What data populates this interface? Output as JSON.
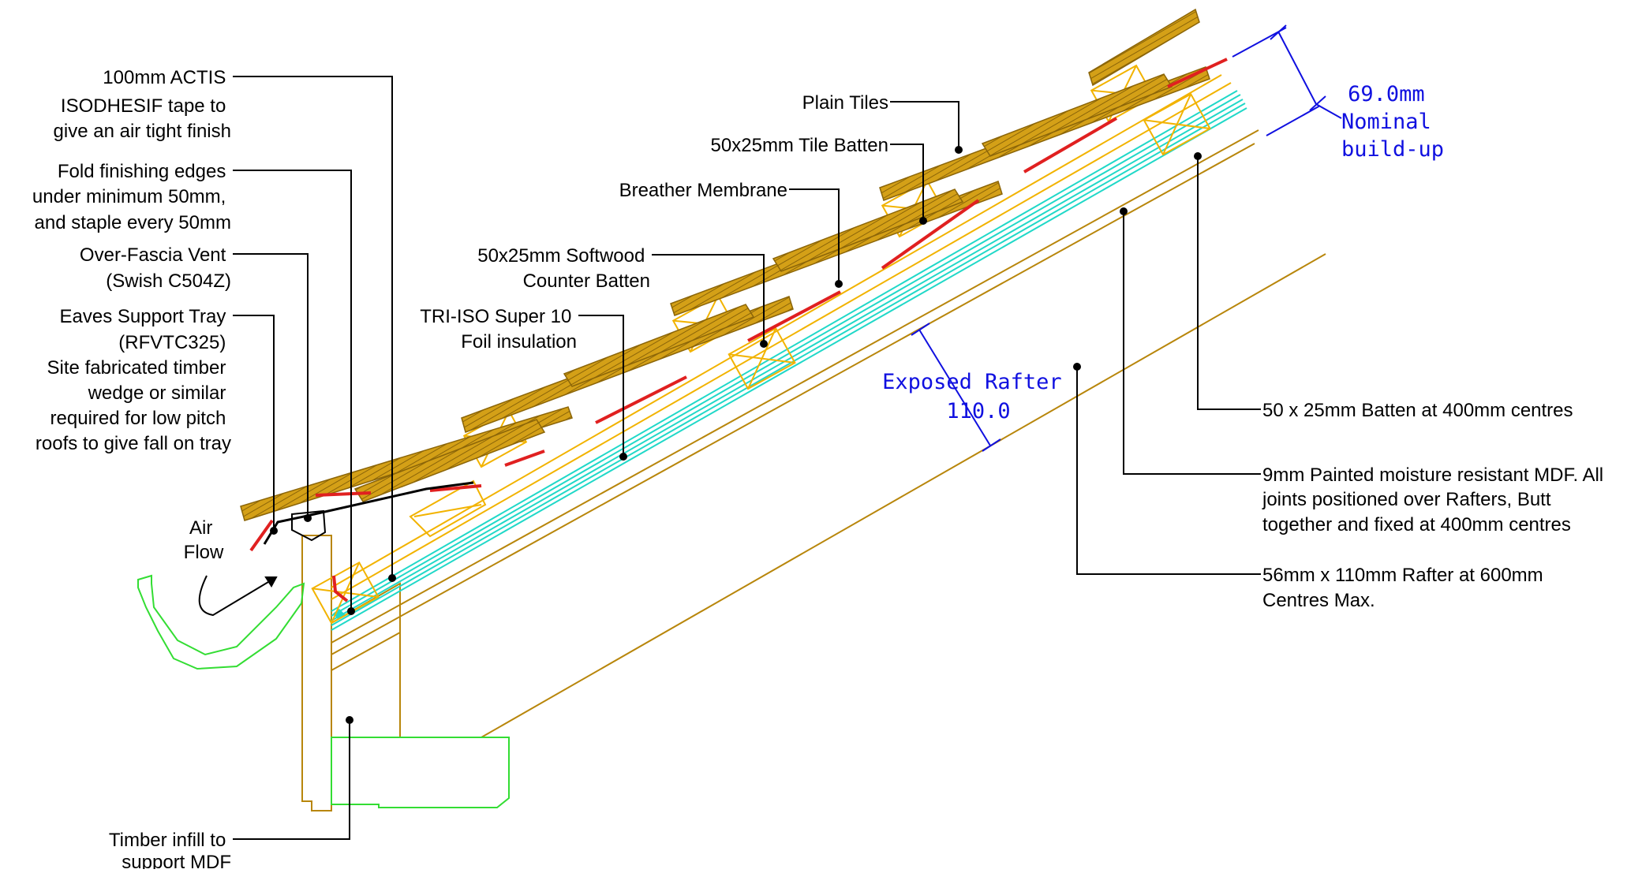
{
  "colors": {
    "wood": "#B8860B",
    "tile_fill": "#D4A017",
    "red_strip": "#E02020",
    "insulation": "#20D8C8",
    "batten": "#F2B300",
    "gutter": "#33DD33",
    "dimension": "#1010E0",
    "leader": "#000000"
  },
  "labels": {
    "actis": [
      "100mm ACTIS",
      "ISODHESIF tape to",
      "give an air tight finish"
    ],
    "fold": [
      "Fold finishing edges",
      "under minimum 50mm,",
      "and staple every 50mm"
    ],
    "vent": [
      "Over-Fascia Vent",
      "(Swish C504Z)"
    ],
    "tray": [
      "Eaves Support Tray",
      "(RFVTC325)",
      "Site fabricated timber",
      "wedge or similar",
      "required for low pitch",
      "roofs to give fall on tray"
    ],
    "airflow": [
      "Air",
      "Flow"
    ],
    "timber_infill": [
      "Timber infill to",
      "support MDF"
    ],
    "plain_tiles": "Plain Tiles",
    "tile_batten": "50x25mm Tile Batten",
    "breather": "Breather Membrane",
    "counter_batten": [
      "50x25mm Softwood",
      "Counter Batten"
    ],
    "triiso": [
      "TRI-ISO Super 10",
      "Foil insulation"
    ],
    "batten_centres": "50 x 25mm Batten at 400mm centres",
    "mdf": [
      "9mm Painted moisture resistant MDF. All",
      "joints positioned over Rafters, Butt",
      "together and fixed at 400mm centres"
    ],
    "rafter": [
      "56mm x 110mm Rafter at 600mm",
      "Centres Max."
    ]
  },
  "dimensions": {
    "buildup": [
      "69.0mm",
      "Nominal",
      "build-up"
    ],
    "exposed": [
      "Exposed Rafter",
      "110.0"
    ]
  }
}
